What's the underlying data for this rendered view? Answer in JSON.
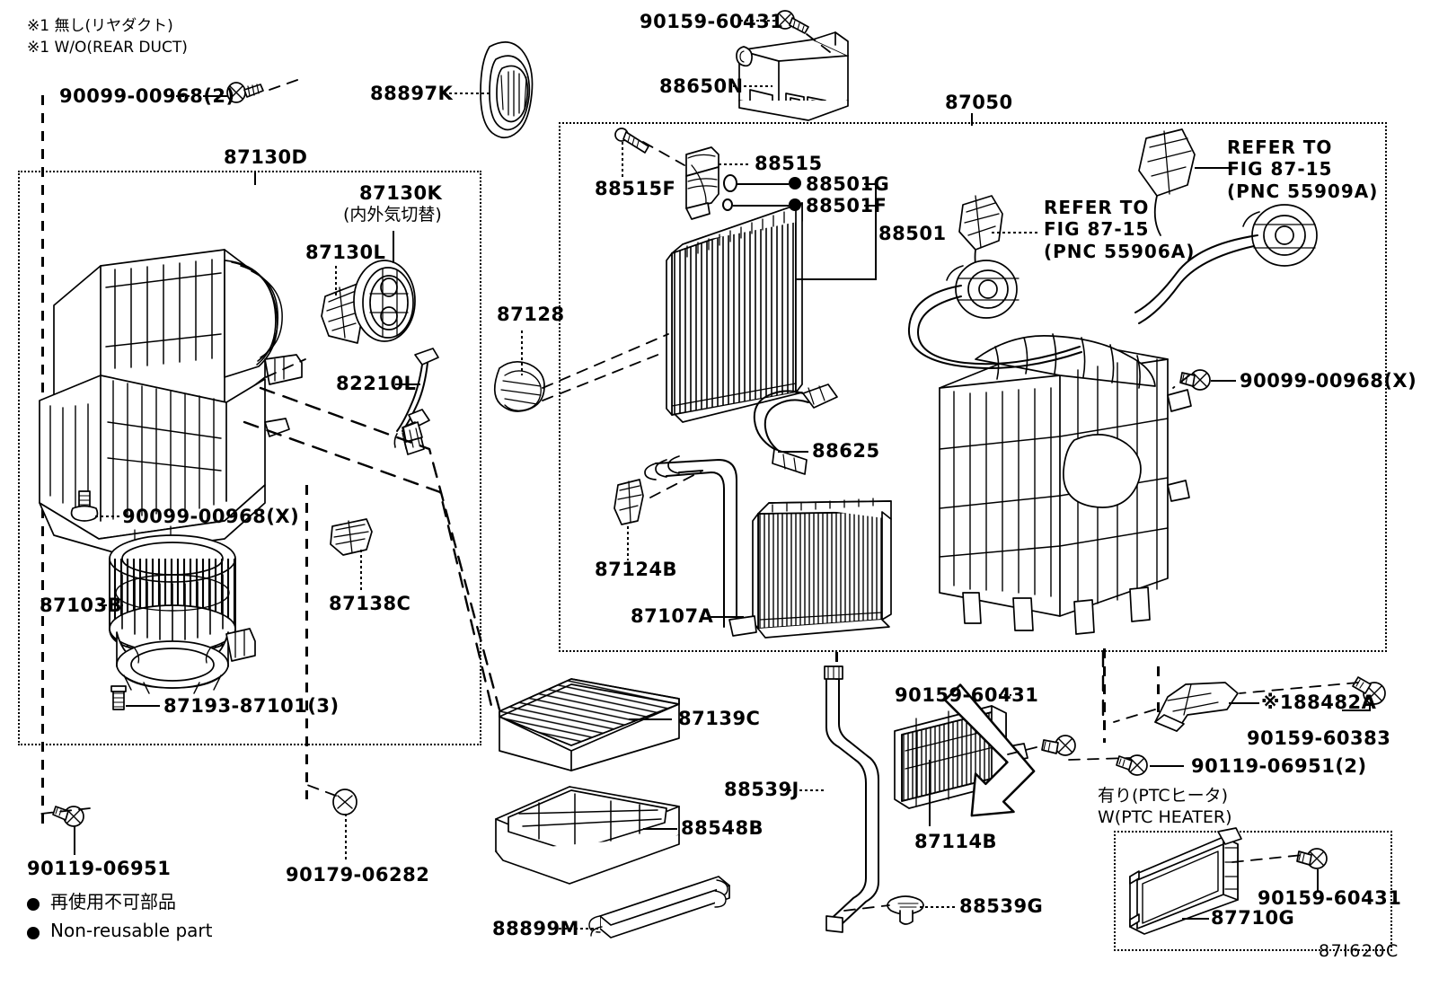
{
  "diagram": {
    "code": "87I620C",
    "notes": [
      "※1 無し(リヤダクト)",
      "※1 W/O(REAR DUCT)"
    ],
    "legend": [
      "再使用不可部品",
      "Non-reusable part"
    ]
  },
  "groups": {
    "blower_assembly": "87130D",
    "hvac_assembly": "87050",
    "ptc_heater_jp": "有り(PTCヒータ)",
    "ptc_heater_en": "W(PTC HEATER)"
  },
  "parts": [
    {
      "id": "p01",
      "label": "90099-00968(2)"
    },
    {
      "id": "p02",
      "label": "88897K"
    },
    {
      "id": "p03",
      "label": "90159-60431"
    },
    {
      "id": "p04",
      "label": "88650N"
    },
    {
      "id": "p05",
      "label": "87050"
    },
    {
      "id": "p06",
      "label": "87130D"
    },
    {
      "id": "p07",
      "label": "87130K"
    },
    {
      "id": "p08",
      "label": "(内外気切替)"
    },
    {
      "id": "p09",
      "label": "87130L"
    },
    {
      "id": "p10",
      "label": "82210L"
    },
    {
      "id": "p11",
      "label": "87128"
    },
    {
      "id": "p12",
      "label": "88515"
    },
    {
      "id": "p13",
      "label": "88515F"
    },
    {
      "id": "p14",
      "label": "88501G"
    },
    {
      "id": "p15",
      "label": "88501F"
    },
    {
      "id": "p16",
      "label": "88501"
    },
    {
      "id": "p17",
      "label": "REFER TO\nFIG 87-15\n(PNC 55906A)"
    },
    {
      "id": "p18",
      "label": "REFER TO\nFIG 87-15\n(PNC 55909A)"
    },
    {
      "id": "p19",
      "label": "90099-00968(X)"
    },
    {
      "id": "p20",
      "label": "90099-00968(X)"
    },
    {
      "id": "p21",
      "label": "87103B"
    },
    {
      "id": "p22",
      "label": "87138C"
    },
    {
      "id": "p23",
      "label": "87193-87101(3)"
    },
    {
      "id": "p24",
      "label": "88625"
    },
    {
      "id": "p25",
      "label": "87124B"
    },
    {
      "id": "p26",
      "label": "87107A"
    },
    {
      "id": "p27",
      "label": "87139C"
    },
    {
      "id": "p28",
      "label": "88548B"
    },
    {
      "id": "p29",
      "label": "88899M"
    },
    {
      "id": "p30",
      "label": "88539J"
    },
    {
      "id": "p31",
      "label": "88539G"
    },
    {
      "id": "p32",
      "label": "90159-60431"
    },
    {
      "id": "p33",
      "label": "87114B"
    },
    {
      "id": "p34",
      "label": "※188482A"
    },
    {
      "id": "p35",
      "label": "90159-60383"
    },
    {
      "id": "p36",
      "label": "90119-06951(2)"
    },
    {
      "id": "p37",
      "label": "90159-60431"
    },
    {
      "id": "p38",
      "label": "87710G"
    },
    {
      "id": "p39",
      "label": "90119-06951"
    },
    {
      "id": "p40",
      "label": "90179-06282"
    }
  ]
}
